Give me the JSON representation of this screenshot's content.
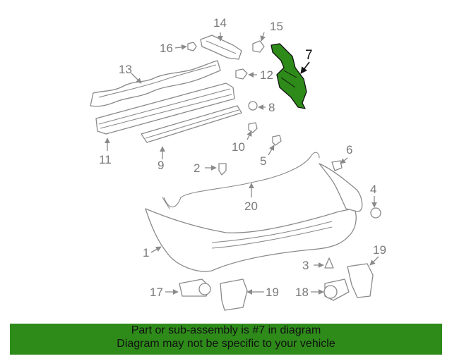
{
  "labels": {
    "l1": "1",
    "l2": "2",
    "l3": "3",
    "l5": "5",
    "l6": "6",
    "l7": "7",
    "l8": "8",
    "l9": "9",
    "l10": "10",
    "l11": "11",
    "l12": "12",
    "l13": "13",
    "l14": "14",
    "l15": "15",
    "l16": "16",
    "l17": "17",
    "l18": "18",
    "l19a": "19",
    "l19b": "19",
    "l20": "20",
    "l4": "4"
  },
  "highlight_part": "7",
  "colors": {
    "highlight": "#2e8b1a",
    "banner": "#2e8b1a",
    "line": "#8a8a8a"
  },
  "banner": {
    "line1": "Part or sub-assembly is #7 in diagram",
    "line2": "Diagram may not be specific to your vehicle"
  }
}
